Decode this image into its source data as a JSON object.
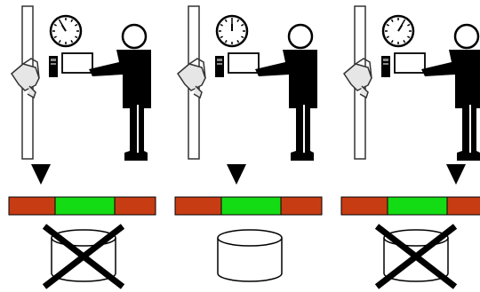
{
  "colors": {
    "background": "#ffffff",
    "ink": "#000000",
    "window_red": "#c83c14",
    "window_green": "#14dc14",
    "hand_fill": "#e6e6e6",
    "outline": "#333333"
  },
  "icons": {
    "clock": "clock-icon",
    "card_reader": "card-reader-icon",
    "person": "person-icon",
    "hand": "hand-icon",
    "card": "card-icon",
    "marker": "triangle-marker-icon",
    "cylinder": "cylinder-icon",
    "cross": "cross-icon"
  },
  "panels": [
    {
      "id": "early",
      "marker_position": "start-of-red",
      "outcome": "rejected",
      "clock_time": "10:55"
    },
    {
      "id": "on-time",
      "marker_position": "center-of-green",
      "outcome": "accepted",
      "clock_time": "12:00"
    },
    {
      "id": "late",
      "marker_position": "end-of-red",
      "outcome": "rejected",
      "clock_time": "13:05"
    }
  ]
}
